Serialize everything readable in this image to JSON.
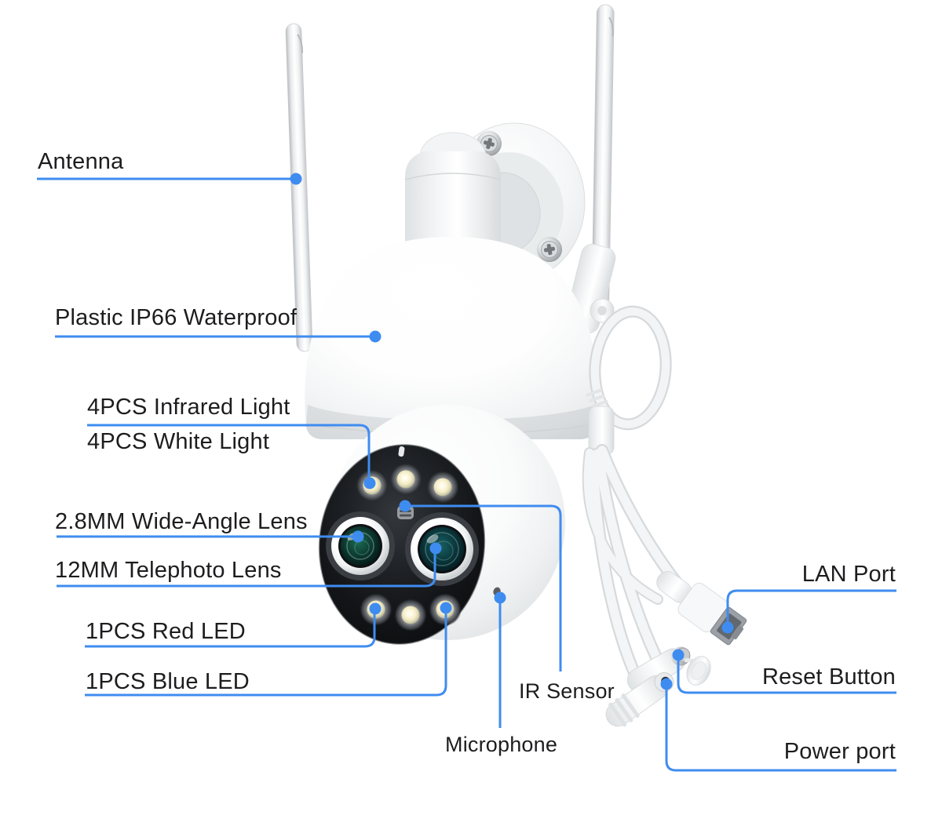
{
  "style": {
    "accent_color": "#3f8cf0",
    "text_color": "#1d1d1f",
    "background": "#ffffff"
  },
  "labels": {
    "antenna": "Antenna",
    "housing": "Plastic IP66 Waterproof",
    "infrared_light": "4PCS Infrared Light",
    "white_light": "4PCS White Light",
    "wide_angle_lens": "2.8MM Wide-Angle Lens",
    "telephoto_lens": "12MM Telephoto Lens",
    "red_led": "1PCS Red LED",
    "blue_led": "1PCS Blue LED",
    "ir_sensor": "IR Sensor",
    "microphone": "Microphone",
    "lan_port": "LAN Port",
    "reset_button": "Reset Button",
    "power_port": "Power port"
  }
}
